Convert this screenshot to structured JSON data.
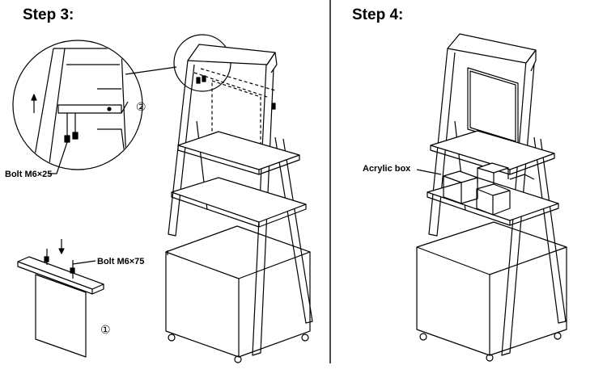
{
  "step3": {
    "title": "Step 3:",
    "bolt_short": "Bolt M6×25",
    "bolt_long": "Bolt M6×75",
    "marker_1": "①",
    "marker_2": "②"
  },
  "step4": {
    "title": "Step 4:",
    "acrylic_label": "Acrylic box"
  },
  "colors": {
    "line": "#000000",
    "panel_fill": "#ffffff",
    "shade": "#d9d9d9"
  }
}
